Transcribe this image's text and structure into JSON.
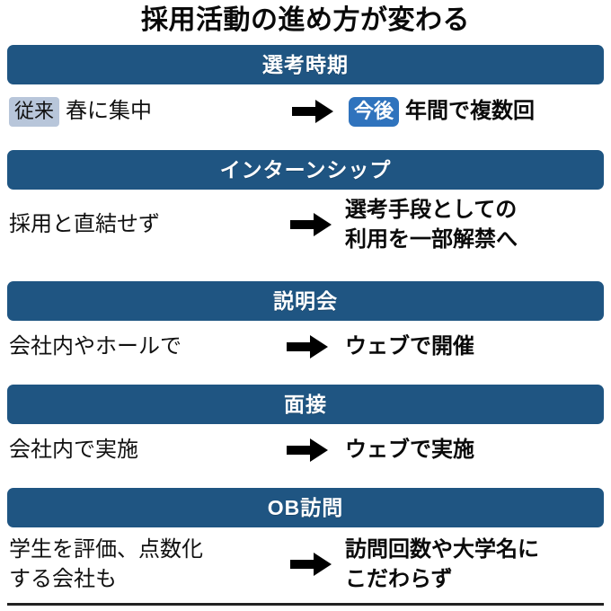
{
  "title": "採用活動の進め方が変わる",
  "colors": {
    "bar_blue": "#1f5582",
    "badge_past_bg": "#b8c6da",
    "badge_future_bg": "#2f73bd",
    "text_black": "#111111",
    "background": "#ffffff"
  },
  "arrow_icon_name": "right-arrow-icon",
  "sections": [
    {
      "heading": "選考時期",
      "before_badge": "従来",
      "before_text": "春に集中",
      "after_badge": "今後",
      "after_text": "年間で複数回",
      "after_bold": true
    },
    {
      "heading": "インターンシップ",
      "before_badge": "",
      "before_text": "採用と直結せず",
      "after_badge": "",
      "after_text": "選考手段としての\n利用を一部解禁へ",
      "after_bold": true
    },
    {
      "heading": "説明会",
      "before_badge": "",
      "before_text": "会社内やホールで",
      "after_badge": "",
      "after_text": "ウェブで開催",
      "after_bold": true
    },
    {
      "heading": "面接",
      "before_badge": "",
      "before_text": "会社内で実施",
      "after_badge": "",
      "after_text": "ウェブで実施",
      "after_bold": true
    },
    {
      "heading": "OB訪問",
      "before_badge": "",
      "before_text": "学生を評価、点数化\nする会社も",
      "after_badge": "",
      "after_text": "訪問回数や大学名に\nこだわらず",
      "after_bold": true
    }
  ]
}
